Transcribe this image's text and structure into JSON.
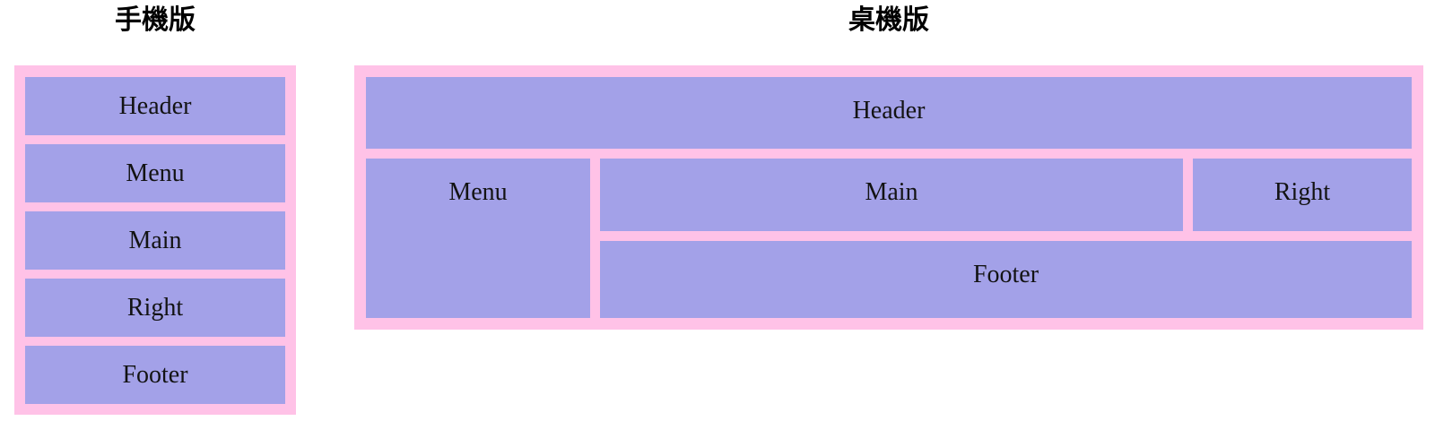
{
  "colors": {
    "container_pink": "#ffc2e7",
    "box_purple": "#a3a1e8",
    "title_text": "#000000",
    "label_text": "#131313",
    "page_background": "#ffffff"
  },
  "mobile_layout": {
    "title": "手機版",
    "boxes": [
      {
        "label": "Header"
      },
      {
        "label": "Menu"
      },
      {
        "label": "Main"
      },
      {
        "label": "Right"
      },
      {
        "label": "Footer"
      }
    ]
  },
  "desktop_layout": {
    "title": "桌機版",
    "boxes": {
      "header": "Header",
      "menu": "Menu",
      "main": "Main",
      "right": "Right",
      "footer": "Footer"
    }
  }
}
